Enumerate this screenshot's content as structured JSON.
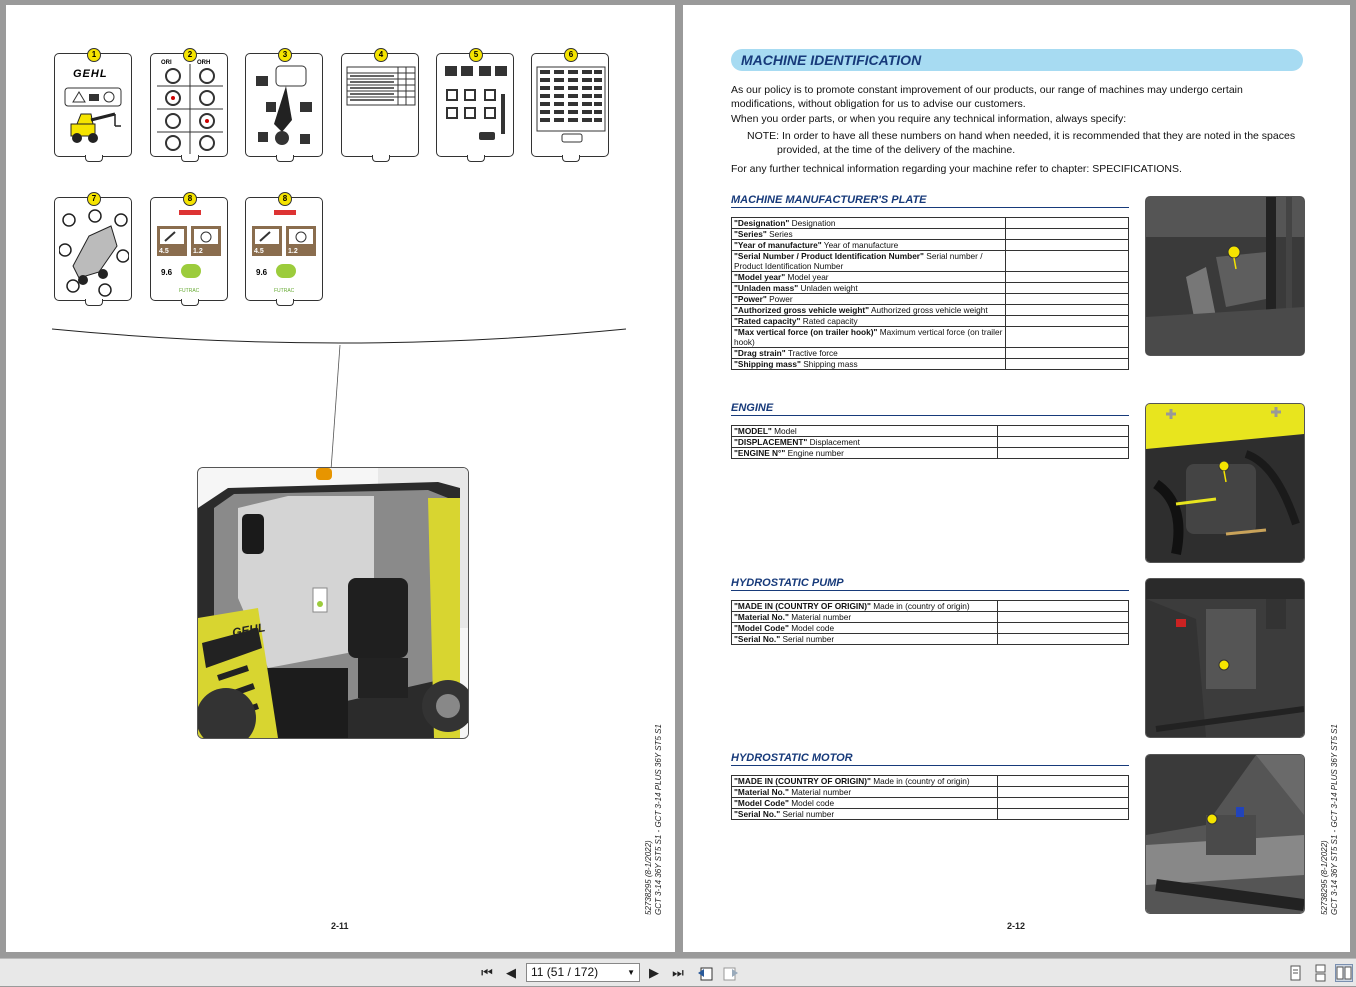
{
  "left_page": {
    "label_numbers": [
      "1",
      "2",
      "3",
      "4",
      "5",
      "6",
      "7",
      "8",
      "8"
    ],
    "label1_brand": "GEHL",
    "label2_text_a": "ORI",
    "label2_text_b": "ORH",
    "label8_values": [
      "4.5",
      "1.2",
      "9.6"
    ],
    "label8_footer": "FUTRAC",
    "page_number": "2-11",
    "doc_code_1": "52738295 (8-1/2022)",
    "doc_code_2": "GCT 3-14 36Y ST5 S1 - GCT 3-14 PLUS 36Y ST5 S1",
    "machine_brand": "GEHL"
  },
  "right_page": {
    "title": "MACHINE IDENTIFICATION",
    "intro_1": "As our policy is to promote constant improvement of our products, our range of machines may undergo certain modifications, without obligation for us to advise our customers.",
    "intro_2": "When you order parts, or when you require any technical information, always specify:",
    "intro_note": "NOTE: In order to have all these numbers on hand when needed, it is recommended that they are noted in the spaces provided, at the time of the delivery of the machine.",
    "intro_3": "For any further technical information regarding your machine refer to chapter: SPECIFICATIONS.",
    "sections": [
      {
        "heading": "MACHINE MANUFACTURER'S PLATE",
        "rows": [
          {
            "key": "\"Designation\"",
            "desc": "Designation"
          },
          {
            "key": "\"Series\"",
            "desc": "Series"
          },
          {
            "key": "\"Year of manufacture\"",
            "desc": "Year of manufacture"
          },
          {
            "key": "\"Serial Number / Product Identification Number\"",
            "desc": "Serial number / Product Identification Number"
          },
          {
            "key": "\"Model year\"",
            "desc": "Model year"
          },
          {
            "key": "\"Unladen mass\"",
            "desc": "Unladen weight"
          },
          {
            "key": "\"Power\"",
            "desc": "Power"
          },
          {
            "key": "\"Authorized gross vehicle weight\"",
            "desc": "Authorized gross vehicle weight"
          },
          {
            "key": "\"Rated capacity\"",
            "desc": "Rated capacity"
          },
          {
            "key": "\"Max vertical force (on trailer hook)\"",
            "desc": "Maximum vertical force (on trailer hook)"
          },
          {
            "key": "\"Drag strain\"",
            "desc": "Tractive force"
          },
          {
            "key": "\"Shipping mass\"",
            "desc": "Shipping mass"
          }
        ]
      },
      {
        "heading": "ENGINE",
        "rows": [
          {
            "key": "\"MODEL\"",
            "desc": "Model"
          },
          {
            "key": "\"DISPLACEMENT\"",
            "desc": "Displacement"
          },
          {
            "key": "\"ENGINE N°\"",
            "desc": "Engine number"
          }
        ]
      },
      {
        "heading": "HYDROSTATIC PUMP",
        "rows": [
          {
            "key": "\"MADE IN (COUNTRY OF ORIGIN)\"",
            "desc": "Made in (country of origin)"
          },
          {
            "key": "\"Material No.\"",
            "desc": "Material number"
          },
          {
            "key": "\"Model Code\"",
            "desc": "Model code"
          },
          {
            "key": "\"Serial No.\"",
            "desc": "Serial number"
          }
        ]
      },
      {
        "heading": "HYDROSTATIC MOTOR",
        "rows": [
          {
            "key": "\"MADE IN (COUNTRY OF ORIGIN)\"",
            "desc": "Made in (country of origin)"
          },
          {
            "key": "\"Material No.\"",
            "desc": "Material number"
          },
          {
            "key": "\"Model Code\"",
            "desc": "Model code"
          },
          {
            "key": "\"Serial No.\"",
            "desc": "Serial number"
          }
        ]
      }
    ],
    "page_number": "2-12",
    "doc_code_1": "52738295 (8-1/2022)",
    "doc_code_2": "GCT 3-14 36Y ST5 S1 - GCT 3-14 PLUS 36Y ST5 S1"
  },
  "toolbar": {
    "first_icon": "first-page-icon",
    "prev_icon": "previous-page-icon",
    "page_field": "11 (51 / 172)",
    "next_icon": "next-page-icon",
    "last_icon": "last-page-icon",
    "view_icons": [
      "single-page-view-icon",
      "continuous-view-icon",
      "facing-pages-view-icon"
    ]
  },
  "colors": {
    "accent_blue": "#173a7a",
    "title_bar": "#a7dbf2",
    "gehl_yellow": "#f5e400"
  }
}
